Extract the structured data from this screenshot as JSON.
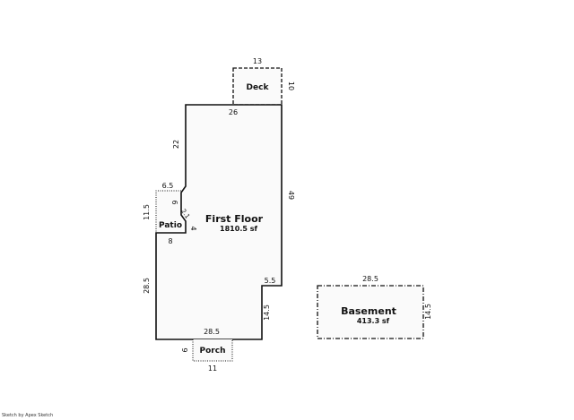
{
  "sketch": {
    "credit": "Sketch by Apex Sketch",
    "areas": {
      "first_floor": {
        "label": "First Floor",
        "area": "1810.5 sf"
      },
      "basement": {
        "label": "Basement",
        "area": "413.3 sf"
      },
      "deck": {
        "label": "Deck"
      },
      "patio": {
        "label": "Patio"
      },
      "porch": {
        "label": "Porch"
      }
    },
    "dimensions": {
      "deck_top": "13",
      "deck_right": "10",
      "ff_top": "26",
      "ff_left_upper": "22",
      "ff_right": "49",
      "patio_top": "6.5",
      "patio_left": "11.5",
      "patio_inner_6": "6",
      "patio_diag": "2.1",
      "patio_inner_4": "4",
      "patio_bottom": "8",
      "ff_left_lower": "28.5",
      "ff_notch_top": "5.5",
      "ff_notch_right": "14.5",
      "ff_bottom": "28.5",
      "porch_left": "6",
      "porch_bottom": "11",
      "basement_top": "28.5",
      "basement_right": "14.5"
    },
    "colors": {
      "fill": "#fafafa",
      "line": "#111111"
    }
  }
}
